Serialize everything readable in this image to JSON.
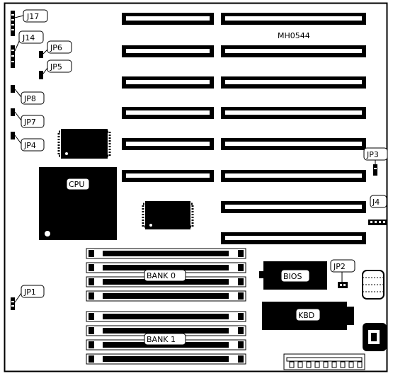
{
  "model": "MH0544",
  "labels": {
    "j17": "J17",
    "j14": "J14",
    "jp6": "JP6",
    "jp5": "JP5",
    "jp8": "JP8",
    "jp7": "JP7",
    "jp4": "JP4",
    "jp3": "JP3",
    "j4": "J4",
    "jp2": "JP2",
    "jp1": "JP1",
    "cpu": "CPU",
    "bios": "BIOS",
    "kbd": "KBD",
    "bank0": "BANK 0",
    "bank1": "BANK 1"
  }
}
